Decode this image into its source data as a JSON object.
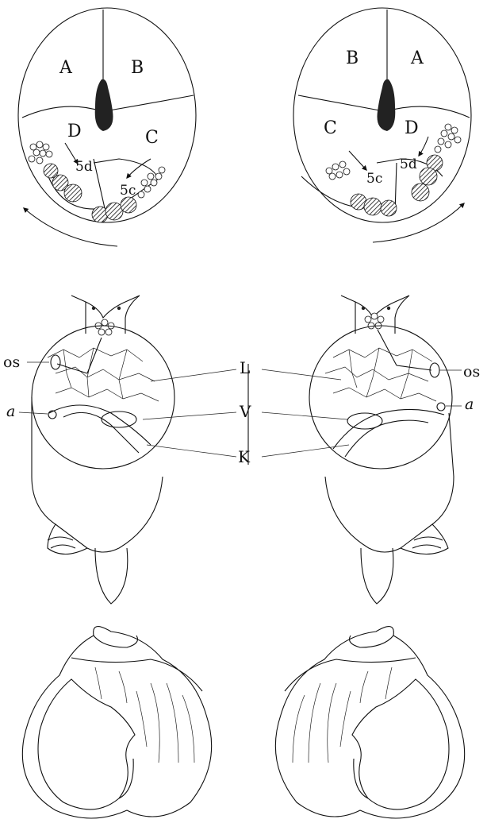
{
  "embryo_left": {
    "blastomeres": [
      "A",
      "B",
      "C",
      "D"
    ],
    "micromeres": [
      "5d",
      "5c"
    ]
  },
  "embryo_right": {
    "blastomeres": [
      "B",
      "A",
      "C",
      "D"
    ],
    "micromeres": [
      "5c",
      "5d"
    ]
  },
  "snail_labels": {
    "osphradium_left": "os",
    "osphradium_right": "os",
    "anus_left": "a",
    "anus_right": "a"
  },
  "organ_labels": [
    "L",
    "V",
    "K"
  ]
}
